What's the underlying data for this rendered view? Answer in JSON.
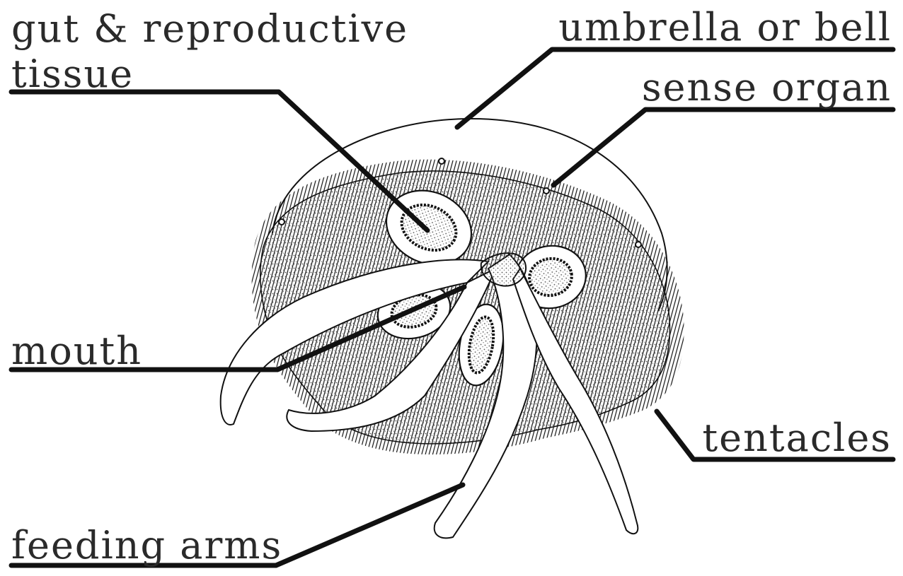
{
  "labels": {
    "gut_reproductive_line1": "gut & reproductive",
    "gut_reproductive_line2": "tissue",
    "umbrella": "umbrella or bell",
    "sense_organ": "sense organ",
    "mouth": "mouth",
    "tentacles": "tentacles",
    "feeding_arms": "feeding arms"
  },
  "colors": {
    "ink": "#111111",
    "label_text": "#2a2a2a",
    "stipple": "#c4c4c4",
    "background": "#ffffff"
  }
}
